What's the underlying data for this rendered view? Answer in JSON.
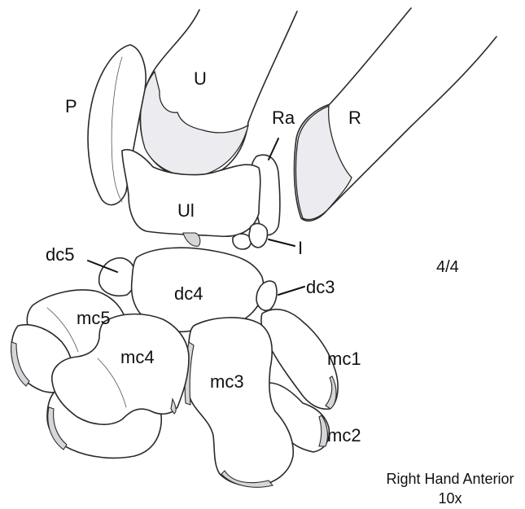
{
  "labels": {
    "P": "P",
    "U": "U",
    "Ra": "Ra",
    "R": "R",
    "Ul": "Ul",
    "I": "I",
    "dc5": "dc5",
    "dc4": "dc4",
    "dc3": "dc3",
    "mc5": "mc5",
    "mc4": "mc4",
    "mc3": "mc3",
    "mc1": "mc1",
    "mc2": "mc2"
  },
  "stage": "4/4",
  "caption": {
    "line1": "Right Hand Anterior",
    "line2": "10x"
  },
  "colors": {
    "outline": "#2a2a2a",
    "articular_surface": "#ececf0",
    "background": "#ffffff"
  }
}
